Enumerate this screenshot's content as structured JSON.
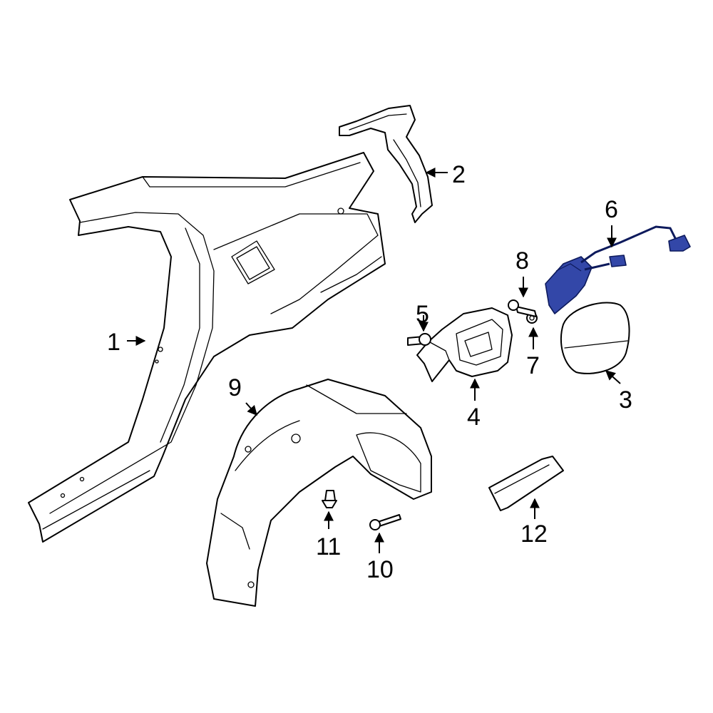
{
  "callouts": {
    "c1": "1",
    "c2": "2",
    "c3": "3",
    "c4": "4",
    "c5": "5",
    "c6": "6",
    "c7": "7",
    "c8": "8",
    "c9": "9",
    "c10": "10",
    "c11": "11",
    "c12": "12"
  },
  "colors": {
    "highlight": "#3347a8",
    "line": "#000000",
    "background": "#ffffff"
  }
}
